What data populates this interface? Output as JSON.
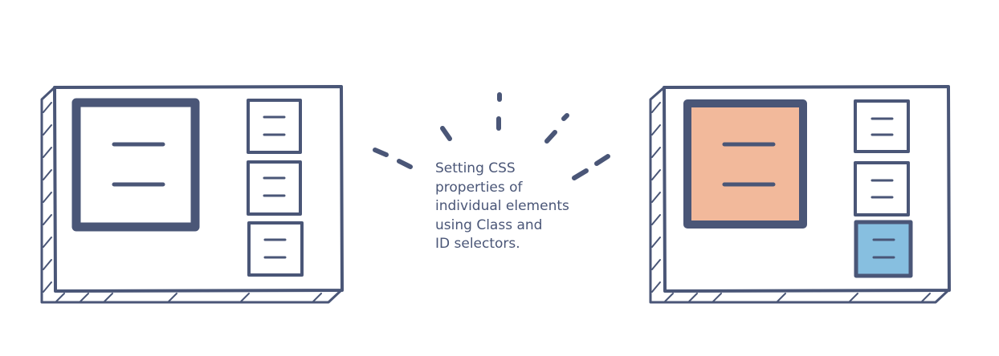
{
  "caption": {
    "lines": [
      "Setting CSS",
      "properties of",
      "individual elements",
      "using Class and",
      "ID selectors."
    ]
  },
  "colors": {
    "ink": "#4a5677",
    "background": "#ffffff",
    "class_highlight": "#f2b99b",
    "id_highlight": "#87bfe0"
  },
  "diagrams": {
    "before": {
      "elements": [
        "large-box",
        "small-box-1",
        "small-box-2",
        "small-box-3"
      ],
      "highlighted": []
    },
    "after": {
      "elements": [
        "large-box",
        "small-box-1",
        "small-box-2",
        "small-box-3"
      ],
      "highlighted": [
        "large-box",
        "small-box-3"
      ]
    }
  },
  "decoration": {
    "icon": "burst-lines-icon"
  }
}
